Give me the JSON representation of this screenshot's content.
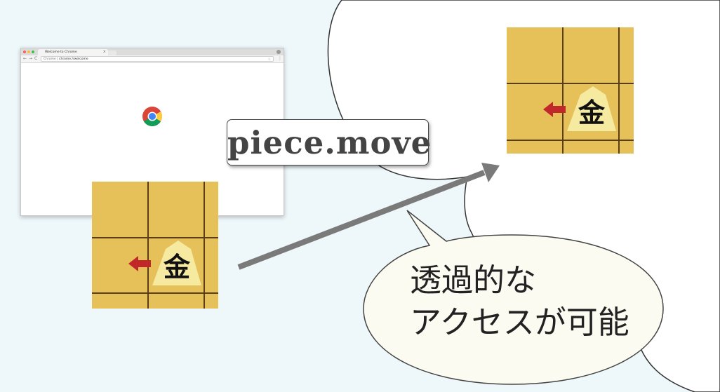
{
  "browser": {
    "tab_title": "Welcome to Chrome",
    "tab_close": "×",
    "nav_back": "←",
    "nav_forward": "→",
    "nav_reload": "C",
    "url_scheme": "Chrome",
    "url_separator": " | ",
    "url_path": "chrome://welcome",
    "bookmark_star": "☆",
    "menu": "⋮",
    "logo": "chrome-logo-icon"
  },
  "boards": {
    "piece_label": "金",
    "arrow_color": "#c0282a",
    "board_color": "#e6c15a",
    "piece_color": "#f5eaa0"
  },
  "method": {
    "label": "piece.move"
  },
  "bubble": {
    "line1": "透過的な",
    "line2": "アクセスが可能"
  }
}
